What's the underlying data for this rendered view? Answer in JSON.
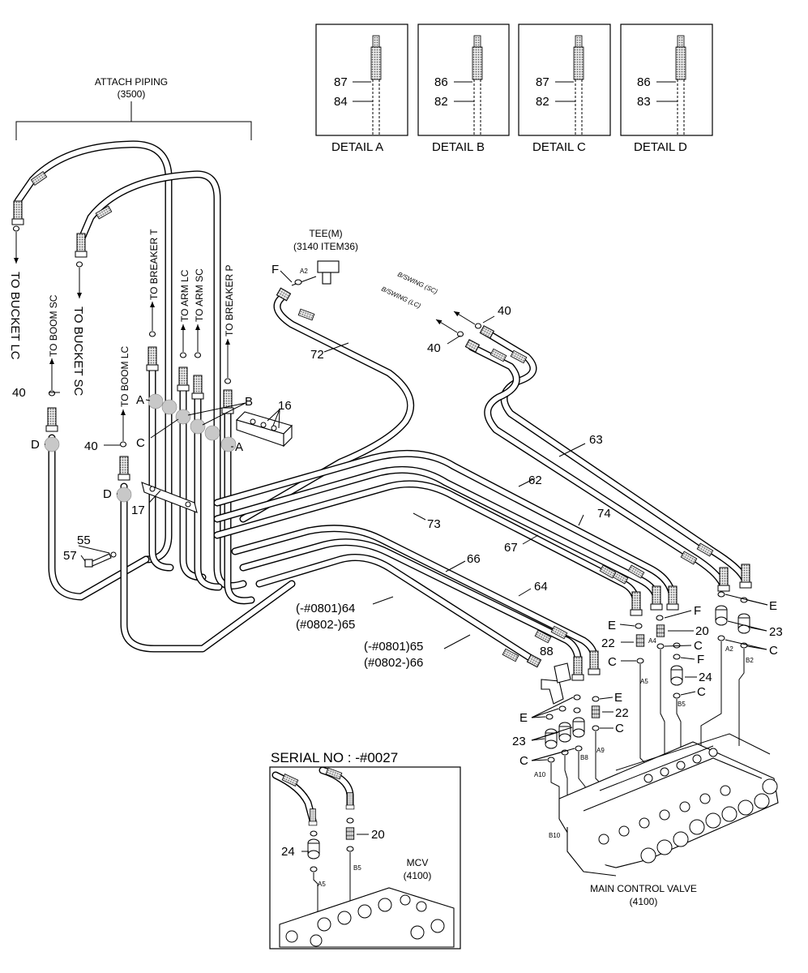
{
  "header": {
    "attach_piping_title": "ATTACH PIPING",
    "attach_piping_code": "(3500)",
    "tee_title": "TEE(M)",
    "tee_ref": "(3140 ITEM36)"
  },
  "details": [
    {
      "top_num": "87",
      "bottom_num": "84",
      "caption": "DETAIL A"
    },
    {
      "top_num": "86",
      "bottom_num": "82",
      "caption": "DETAIL B"
    },
    {
      "top_num": "87",
      "bottom_num": "82",
      "caption": "DETAIL C"
    },
    {
      "top_num": "86",
      "bottom_num": "83",
      "caption": "DETAIL D"
    }
  ],
  "destinations": {
    "bucket_lc": "TO BUCKET LC",
    "boom_sc": "TO BOOM SC",
    "bucket_sc": "TO BUCKET SC",
    "boom_lc": "TO BOOM LC",
    "breaker_t": "TO BREAKER T",
    "arm_lc": "TO ARM LC",
    "arm_sc": "TO ARM SC",
    "breaker_p": "TO BREAKER P",
    "bswing_sc": "B/SWING (SC)",
    "bswing_lc": "B/SWING (LC)"
  },
  "labels": {
    "n40": "40",
    "n16": "16",
    "n17": "17",
    "n55": "55",
    "n57": "57",
    "n72": "72",
    "n73": "73",
    "n62": "62",
    "n63": "63",
    "n74": "74",
    "n67": "67",
    "n66": "66",
    "n64": "64",
    "n65": "65",
    "n88": "88",
    "n22": "22",
    "n20": "20",
    "n23": "23",
    "n24": "24",
    "A": "A",
    "B": "B",
    "C": "C",
    "D": "D",
    "E": "E",
    "F": "F",
    "serial_prefix_64": "(-#0801)64",
    "serial_suffix_65": "(#0802-)65",
    "serial_prefix_65": "(-#0801)65",
    "serial_suffix_66": "(#0802-)66"
  },
  "ports": {
    "a2": "A2",
    "a4": "A4",
    "a5": "A5",
    "b2": "B2",
    "b5": "B5",
    "a9": "A9",
    "a10": "A10",
    "b8": "B8",
    "b10": "B10"
  },
  "mcv": {
    "title": "MAIN CONTROL VALVE",
    "code": "(4100)"
  },
  "inset": {
    "serial": "SERIAL NO : -#0027",
    "mcv_label": "MCV",
    "mcv_code": "(4100)",
    "n24": "24",
    "n20": "20",
    "a5": "A5",
    "b5": "B5"
  }
}
